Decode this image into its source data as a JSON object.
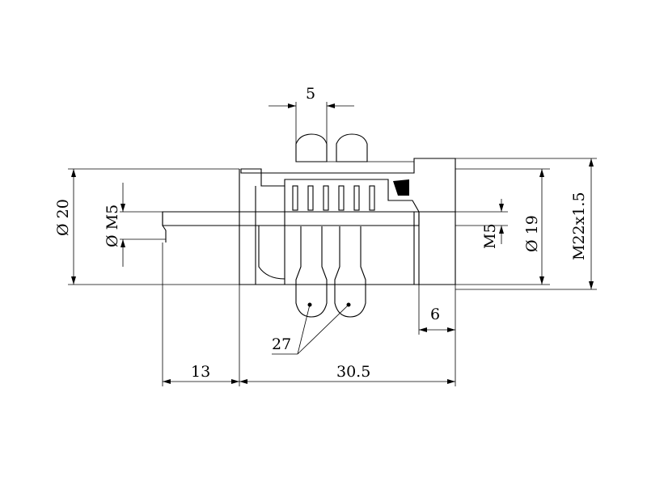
{
  "colors": {
    "line": "#000000",
    "background": "#ffffff"
  },
  "dimensions": {
    "pin_width": "5",
    "dia_20": "Ø 20",
    "dia_m5": "Ø M5",
    "m5": "M5",
    "dia_19": "Ø 19",
    "thread": "M22x1.5",
    "length_6": "6",
    "callout_27": "27",
    "length_13": "13",
    "length_30_5": "30.5"
  }
}
